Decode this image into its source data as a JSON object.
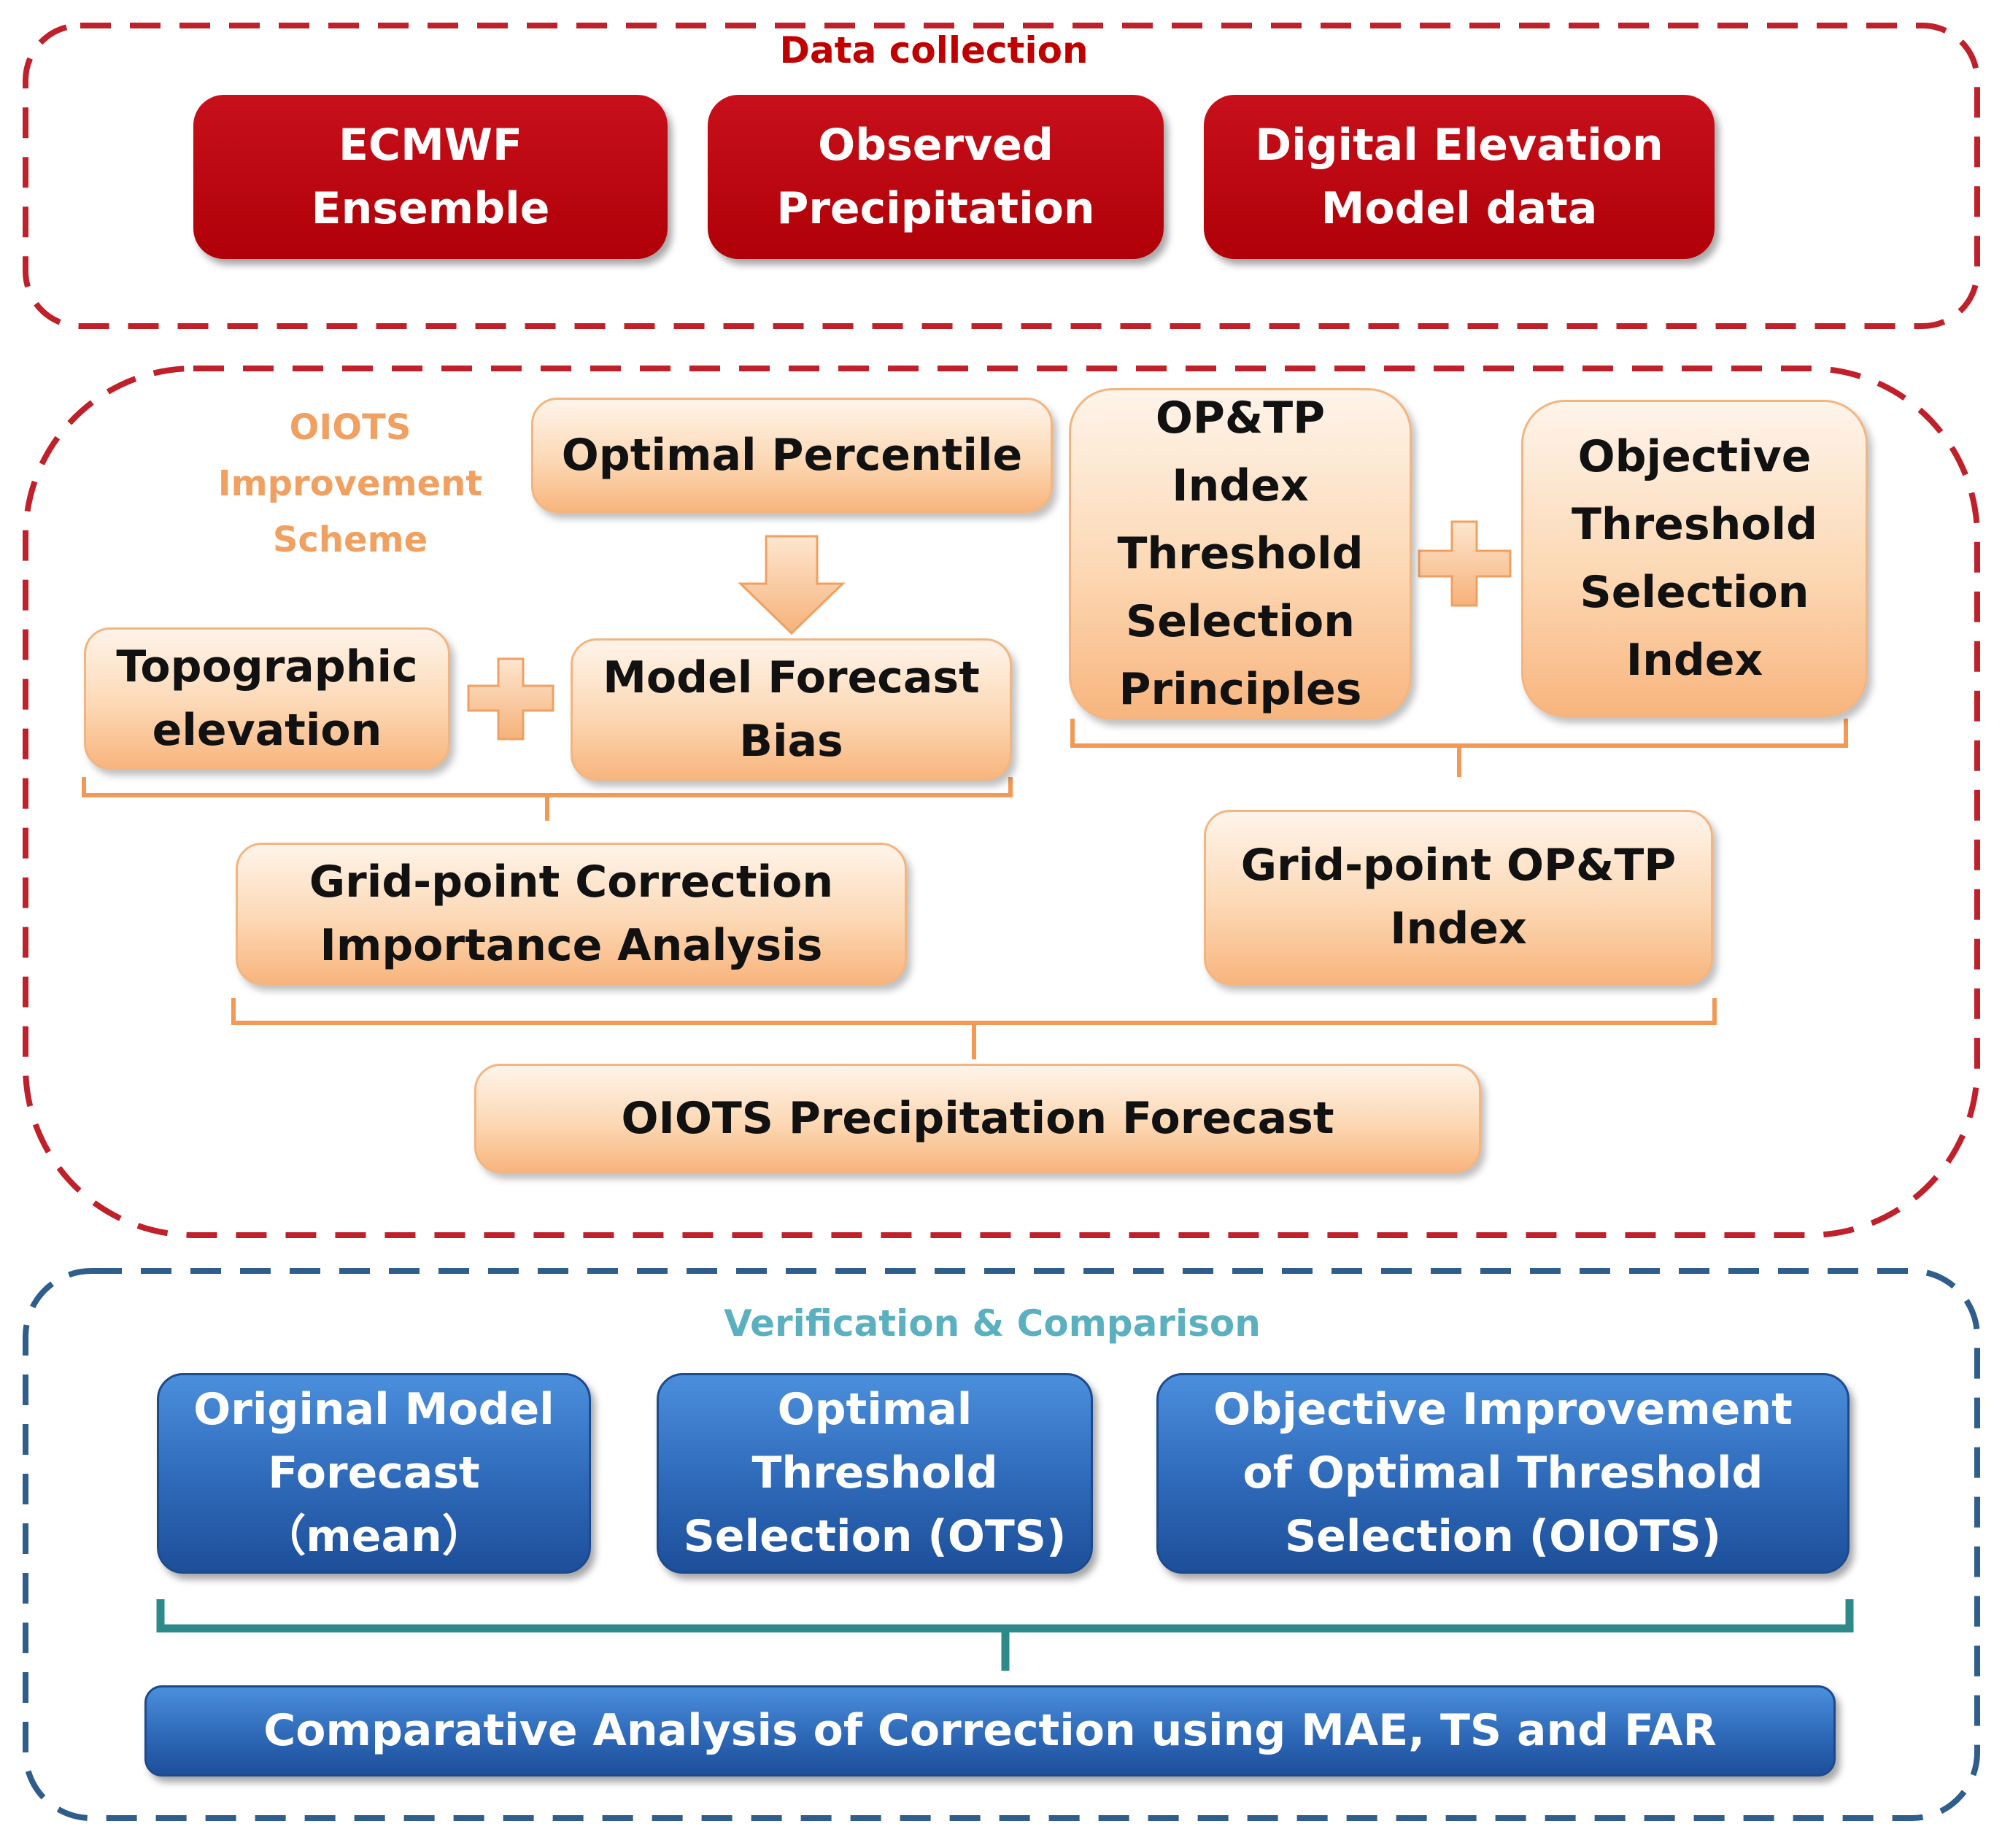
{
  "colors": {
    "red_frame": "#c0202a",
    "blue_frame": "#2f5d8c",
    "orange_accent": "#f0a060",
    "orange_text": "#f0a060",
    "teal_text": "#5bb0c0",
    "bracket_orange": "#f29a55",
    "bracket_teal": "#2e8a8a"
  },
  "data_collection": {
    "title": "Data collection",
    "boxes": [
      {
        "label": "ECMWF\nEnsemble"
      },
      {
        "label": "Observed\nPrecipitation"
      },
      {
        "label": "Digital Elevation\nModel data"
      }
    ]
  },
  "improvement": {
    "title": "OIOTS\nImprovement\nScheme",
    "optimal_percentile": "Optimal Percentile",
    "topographic_elevation": "Topographic\nelevation",
    "model_forecast_bias": "Model Forecast\nBias",
    "op_tp_principles": "OP&TP\nIndex\nThreshold\nSelection\nPrinciples",
    "objective_threshold_index": "Objective\nThreshold\nSelection\nIndex",
    "grid_point_correction": "Grid-point Correction\nImportance Analysis",
    "grid_point_optp_index": "Grid-point OP&TP\nIndex",
    "oiots_forecast": "OIOTS Precipitation Forecast"
  },
  "verification": {
    "title": "Verification & Comparison",
    "boxes": [
      {
        "label": "Original Model\nForecast\n（mean）"
      },
      {
        "label": "Optimal\nThreshold\nSelection (OTS)"
      },
      {
        "label": "Objective Improvement\nof Optimal Threshold\nSelection (OIOTS)"
      }
    ],
    "comparative_analysis": "Comparative Analysis of Correction using MAE, TS and FAR"
  }
}
